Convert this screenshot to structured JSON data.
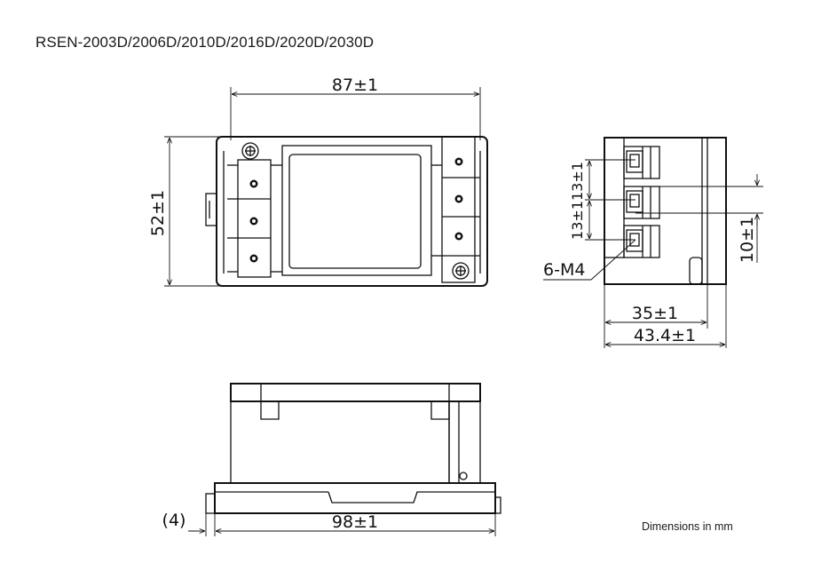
{
  "title": "RSEN-2003D/2006D/2010D/2016D/2020D/2030D",
  "units_note": "Dimensions in mm",
  "dims": {
    "top_width": "87±1",
    "top_height": "52±1",
    "side_pitch": "13±113±1",
    "side_pitch_right": "10±1",
    "screw_label": "6-M4",
    "side_depth_1": "35±1",
    "side_depth_2": "43.4±1",
    "bottom_offset": "(4)",
    "bottom_width": "98±1"
  },
  "icons": {
    "screw": "phillips-screw-icon",
    "terminal": "terminal-screw-icon"
  }
}
